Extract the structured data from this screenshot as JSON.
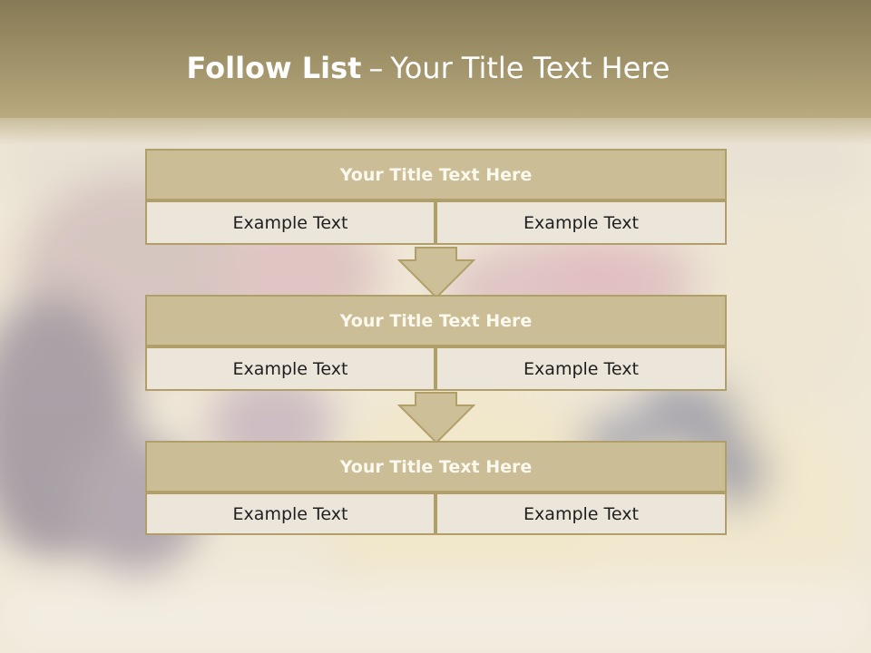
{
  "title": {
    "bold": "Follow List",
    "separator": "–",
    "rest": "Your Title Text Here"
  },
  "blocks": [
    {
      "title": "Your Title Text Here",
      "left": "Example Text",
      "right": "Example Text"
    },
    {
      "title": "Your Title Text Here",
      "left": "Example Text",
      "right": "Example Text"
    },
    {
      "title": "Your Title Text Here",
      "left": "Example Text",
      "right": "Example Text"
    }
  ],
  "colors": {
    "header": "#9d8f66",
    "block_title": "#cbbd95",
    "border": "#b19f69",
    "cell": "#ebe5da"
  }
}
